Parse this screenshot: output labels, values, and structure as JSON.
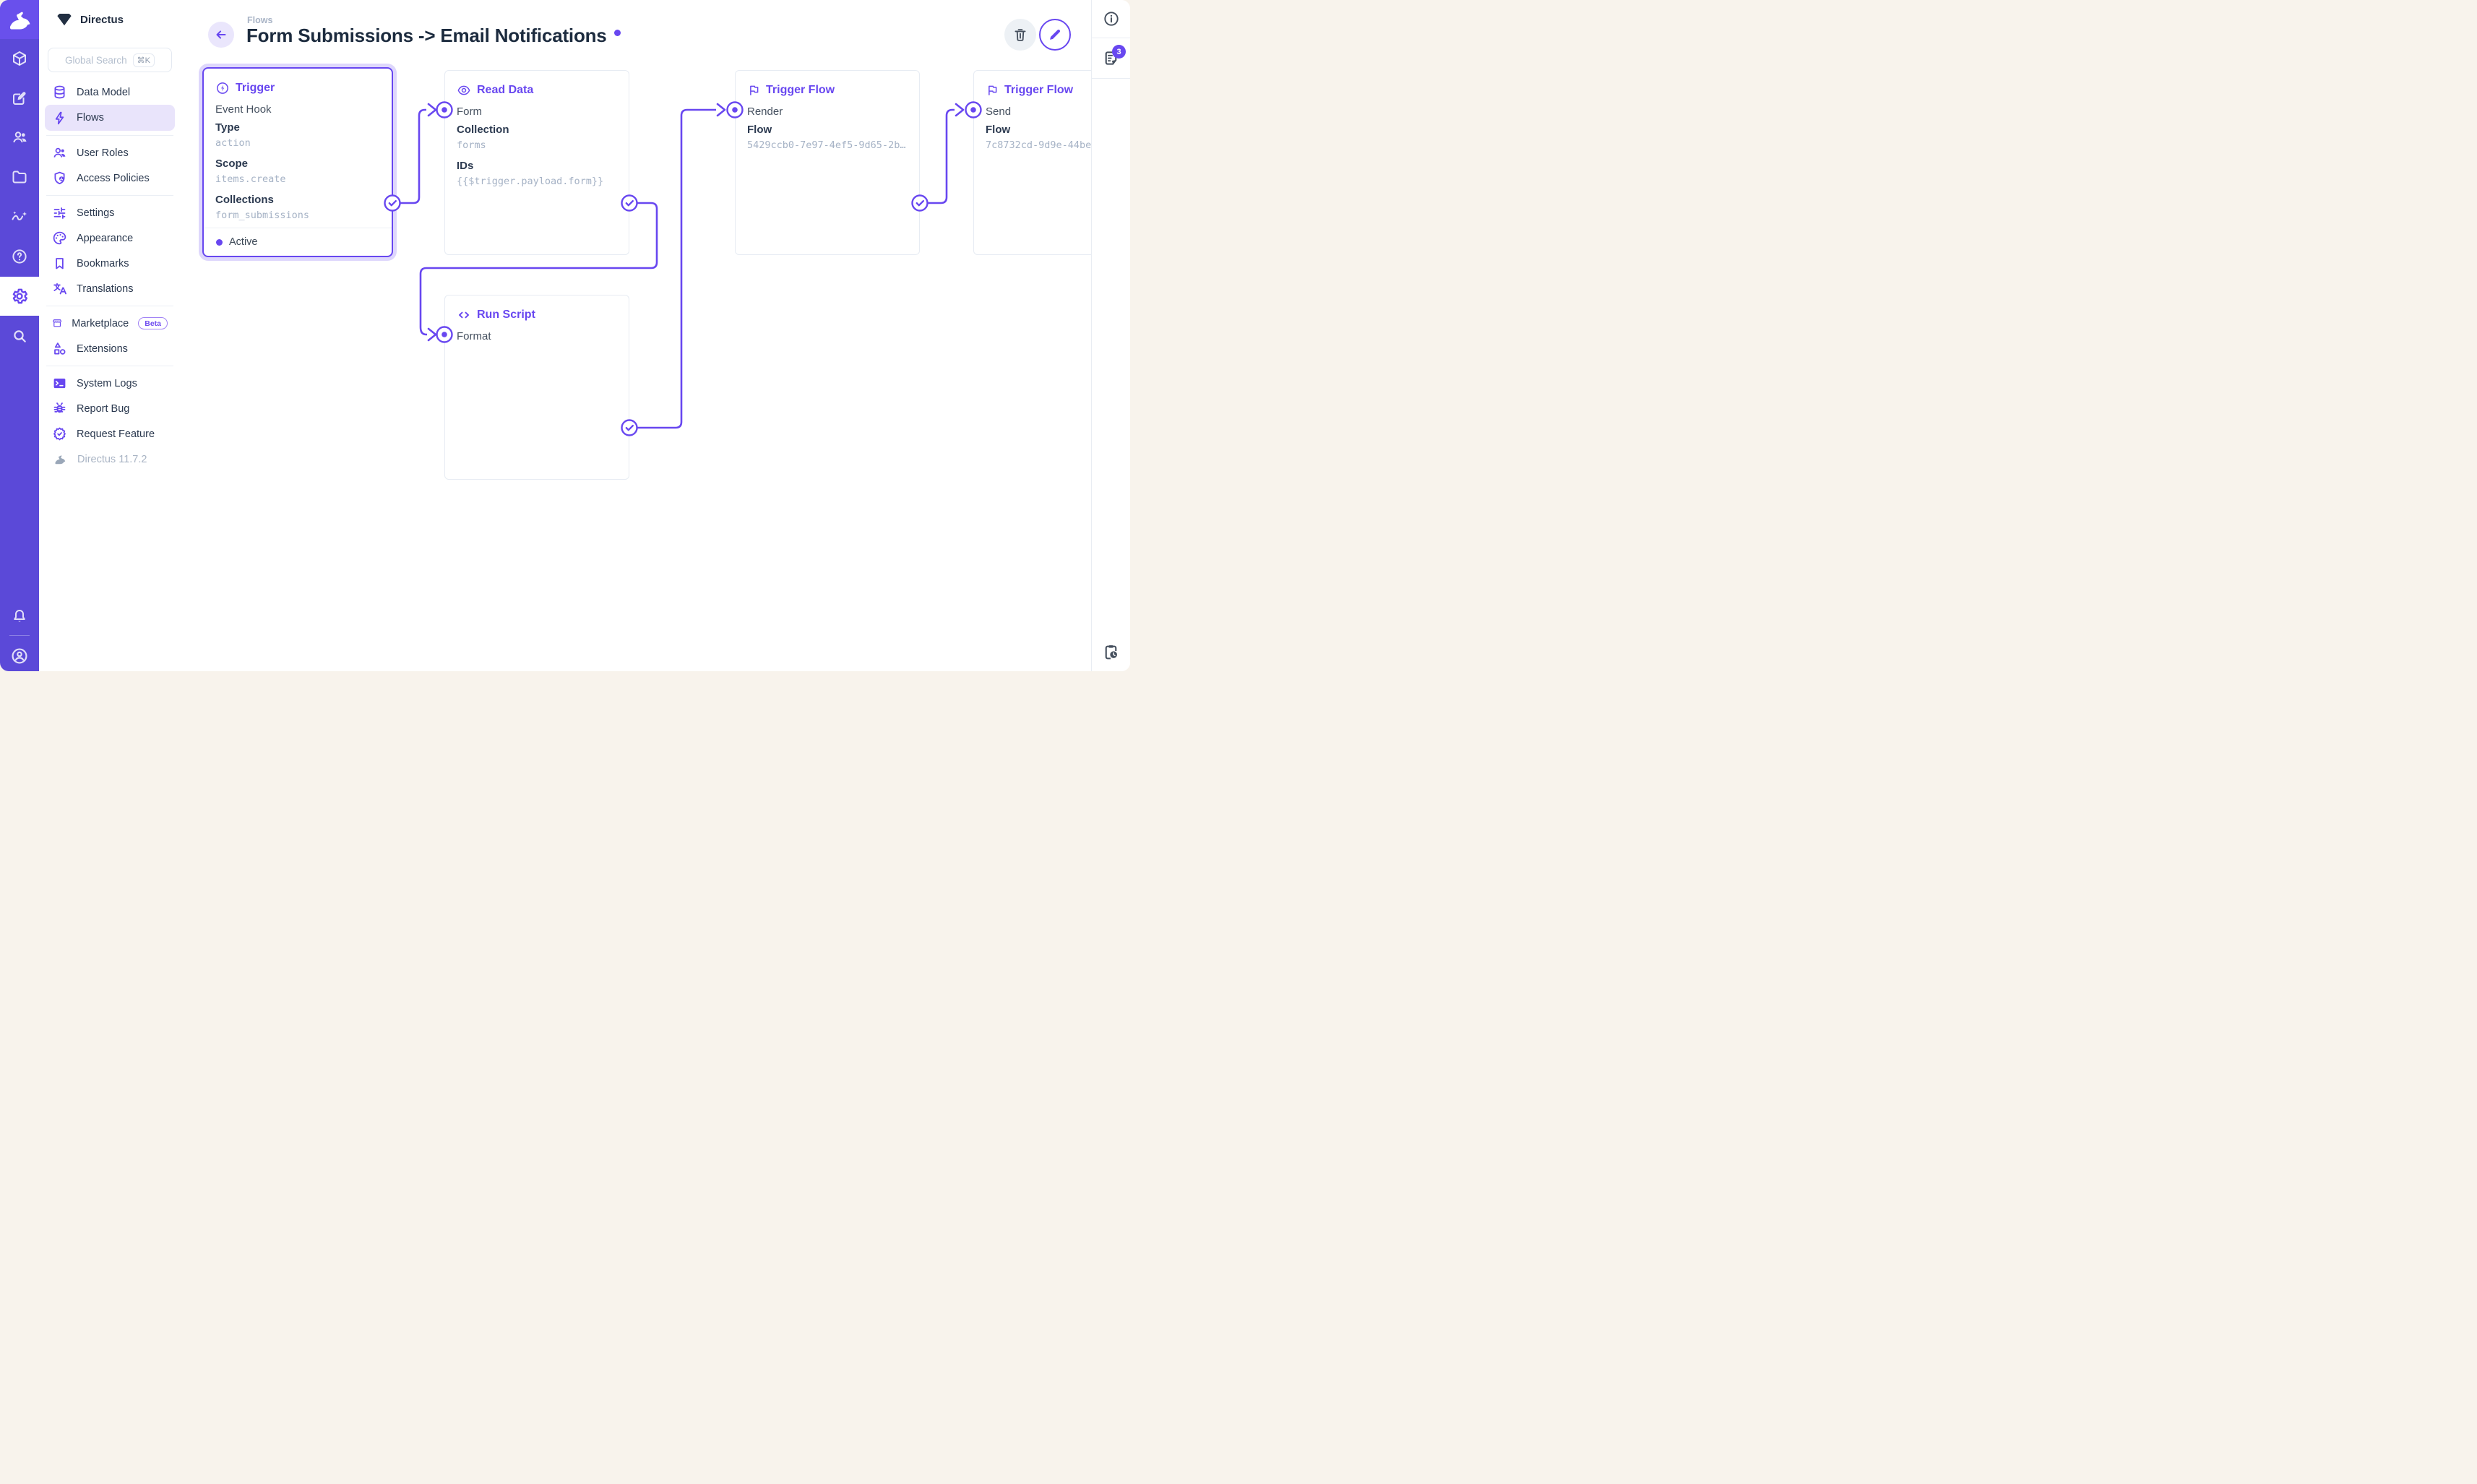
{
  "project": {
    "name": "Directus"
  },
  "module_bar": {
    "icons": [
      "directus-rabbit-logo",
      "cube-icon",
      "edit-square-icon",
      "users-icon",
      "folder-icon",
      "insights-icon",
      "help-icon",
      "gear-icon",
      "search-icon",
      "bell-icon",
      "account-icon"
    ],
    "active_module": "settings"
  },
  "nav": {
    "search_placeholder": "Global Search",
    "search_shortcut": "⌘K",
    "items": [
      {
        "label": "Data Model",
        "icon": "database-icon"
      },
      {
        "label": "Flows",
        "icon": "bolt-icon",
        "active": true
      },
      {
        "label": "User Roles",
        "icon": "user-roles-icon"
      },
      {
        "label": "Access Policies",
        "icon": "shield-user-icon"
      },
      {
        "label": "Settings",
        "icon": "tune-icon"
      },
      {
        "label": "Appearance",
        "icon": "palette-icon"
      },
      {
        "label": "Bookmarks",
        "icon": "bookmark-icon"
      },
      {
        "label": "Translations",
        "icon": "translate-icon"
      },
      {
        "label": "Marketplace",
        "icon": "storefront-icon",
        "badge": "Beta"
      },
      {
        "label": "Extensions",
        "icon": "extensions-icon"
      },
      {
        "label": "System Logs",
        "icon": "terminal-icon"
      },
      {
        "label": "Report Bug",
        "icon": "bug-icon"
      },
      {
        "label": "Request Feature",
        "icon": "feature-icon"
      }
    ],
    "version": "Directus 11.7.2"
  },
  "header": {
    "breadcrumb": "Flows",
    "title": "Form Submissions -> Email Notifications"
  },
  "flow": {
    "trigger": {
      "title": "Trigger",
      "subtitle": "Event Hook",
      "type_label": "Type",
      "type_value": "action",
      "scope_label": "Scope",
      "scope_value": "items.create",
      "collections_label": "Collections",
      "collections_value": "form_submissions",
      "status": "Active"
    },
    "read_data": {
      "title": "Read Data",
      "name": "Form",
      "collection_label": "Collection",
      "collection_value": "forms",
      "ids_label": "IDs",
      "ids_value": "{{$trigger.payload.form}}"
    },
    "trigger_flow_render": {
      "title": "Trigger Flow",
      "name": "Render",
      "flow_label": "Flow",
      "flow_value": "5429ccb0-7e97-4ef5-9d65-2b…"
    },
    "trigger_flow_send": {
      "title": "Trigger Flow",
      "name": "Send",
      "flow_label": "Flow",
      "flow_value": "7c8732cd-9d9e-44be"
    },
    "run_script": {
      "title": "Run Script",
      "name": "Format"
    }
  },
  "sidebar_right": {
    "badge_count": "3"
  },
  "colors": {
    "accent": "#6847f0",
    "module_bar": "#5b49d8",
    "selected_halo": "rgba(104,71,240,.22)"
  }
}
